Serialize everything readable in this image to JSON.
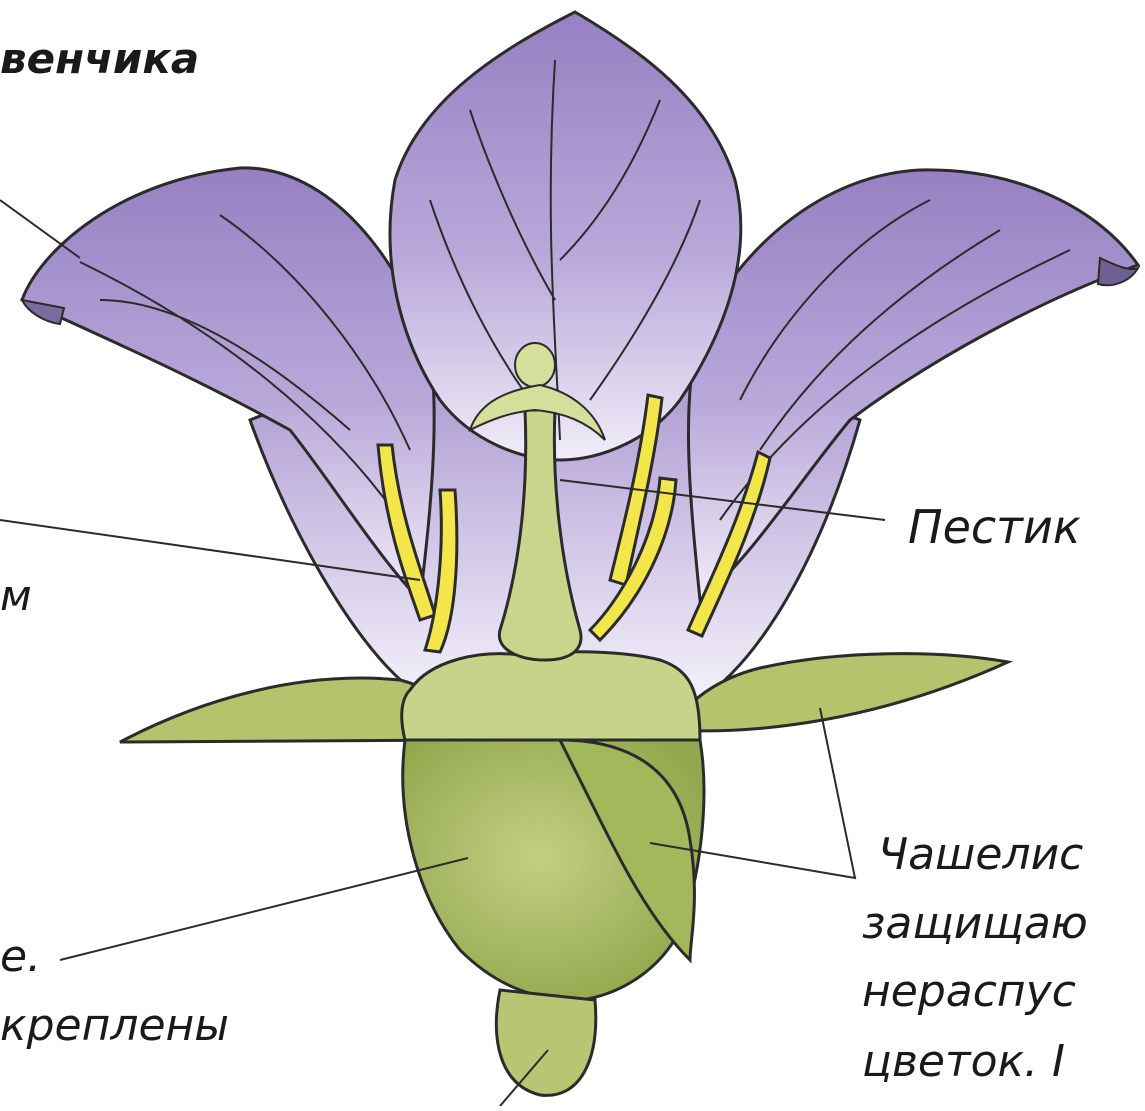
{
  "labels": {
    "corolla_fragment": "венчика",
    "stamen_fragment": "м",
    "pistil": "Пестик",
    "sepals_line1": "Чашелис",
    "sepals_line2": "защищаю",
    "sepals_line3": "нераспус",
    "sepals_line4": "цветок. I",
    "receptacle_line1": "е.",
    "receptacle_line2": "креплены"
  },
  "colors": {
    "petal": "#9b86c4",
    "petal_light": "#e9e3f3",
    "sepal": "#a9bd63",
    "receptacle": "#b4c46e",
    "stamen": "#f2e64a",
    "pistil": "#c9d58a",
    "outline": "#2b2b2b"
  }
}
